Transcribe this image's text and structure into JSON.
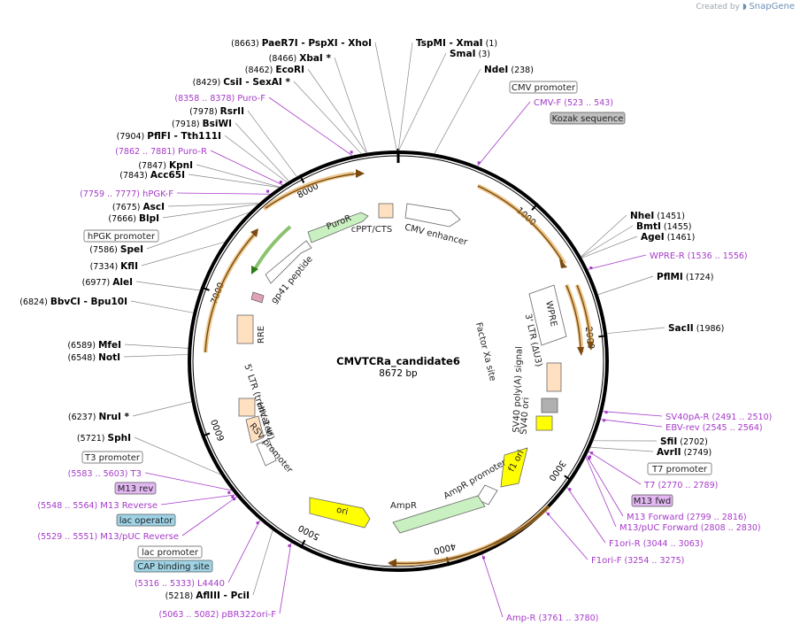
{
  "app": {
    "created_by": "Created by",
    "brand": "SnapGene"
  },
  "plasmid": {
    "name": "CMVTCRa_candidate6",
    "size_label": "8672 bp",
    "length": 8672
  },
  "ticks": [
    "1000",
    "2000",
    "3000",
    "4000",
    "5000",
    "6000",
    "7000",
    "8000"
  ],
  "colors": {
    "primer": "#a63ac9",
    "orange_orf": "#e0a040",
    "green_feat": "#c9f0c0",
    "yellow_ori": "#ffff00",
    "peach": "#ffe0c0",
    "grey_box": "#c0c0c0",
    "blue_box": "#9ed3e6",
    "magenta_box": "#e2b7f2"
  },
  "sites": [
    {
      "name": "PaeR7I  - PspXI  - XhoI",
      "pos": "(8663)",
      "bp": 8663
    },
    {
      "name": "XbaI *",
      "pos": "(8466)",
      "bp": 8466
    },
    {
      "name": "EcoRI",
      "pos": "(8462)",
      "bp": 8462
    },
    {
      "name": "CsiI  - SexAI *",
      "pos": "(8429)",
      "bp": 8429
    },
    {
      "name": "RsrII",
      "pos": "(7978)",
      "bp": 7978
    },
    {
      "name": "BsiWI",
      "pos": "(7918)",
      "bp": 7918
    },
    {
      "name": "PflFI  - Tth111I",
      "pos": "(7904)",
      "bp": 7904
    },
    {
      "name": "KpnI",
      "pos": "(7847)",
      "bp": 7847
    },
    {
      "name": "Acc65I",
      "pos": "(7843)",
      "bp": 7843
    },
    {
      "name": "AscI",
      "pos": "(7675)",
      "bp": 7675
    },
    {
      "name": "BlpI",
      "pos": "(7666)",
      "bp": 7666
    },
    {
      "name": "SpeI",
      "pos": "(7586)",
      "bp": 7586
    },
    {
      "name": "KflI",
      "pos": "(7334)",
      "bp": 7334
    },
    {
      "name": "AleI",
      "pos": "(6977)",
      "bp": 6977
    },
    {
      "name": "BbvCI  - Bpu10I",
      "pos": "(6824)",
      "bp": 6824
    },
    {
      "name": "MfeI",
      "pos": "(6589)",
      "bp": 6589
    },
    {
      "name": "NotI",
      "pos": "(6548)",
      "bp": 6548
    },
    {
      "name": "NruI *",
      "pos": "(6237)",
      "bp": 6237
    },
    {
      "name": "SphI",
      "pos": "(5721)",
      "bp": 5721
    },
    {
      "name": "AflIII  - PciI",
      "pos": "(5218)",
      "bp": 5218
    },
    {
      "name": "TspMI  - XmaI",
      "pos": "(1)",
      "bp": 1
    },
    {
      "name": "SmaI",
      "pos": "(3)",
      "bp": 3
    },
    {
      "name": "NdeI",
      "pos": "(238)",
      "bp": 238
    },
    {
      "name": "NheI",
      "pos": "(1451)",
      "bp": 1451
    },
    {
      "name": "BmtI",
      "pos": "(1455)",
      "bp": 1455
    },
    {
      "name": "AgeI",
      "pos": "(1461)",
      "bp": 1461
    },
    {
      "name": "PflMI",
      "pos": "(1724)",
      "bp": 1724
    },
    {
      "name": "SacII",
      "pos": "(1986)",
      "bp": 1986
    },
    {
      "name": "SfiI",
      "pos": "(2702)",
      "bp": 2702
    },
    {
      "name": "AvrII",
      "pos": "(2749)",
      "bp": 2749
    }
  ],
  "primers": [
    {
      "name": "Puro-F",
      "range": "(8358 .. 8378)",
      "bp": 8368
    },
    {
      "name": "Puro-R",
      "range": "(7862 .. 7881)",
      "bp": 7871
    },
    {
      "name": "hPGK-F",
      "range": "(7759 .. 7777)",
      "bp": 7768
    },
    {
      "name": "T3",
      "range": "(5583 .. 5603)",
      "bp": 5593
    },
    {
      "name": "M13 Reverse",
      "range": "(5548 .. 5564)",
      "bp": 5556
    },
    {
      "name": "M13/pUC Reverse",
      "range": "(5529 .. 5551)",
      "bp": 5540
    },
    {
      "name": "L4440",
      "range": "(5316 .. 5333)",
      "bp": 5324
    },
    {
      "name": "pBR322ori-F",
      "range": "(5063 .. 5082)",
      "bp": 5072
    },
    {
      "name": "CMV-F",
      "range": "(523 .. 543)",
      "bp": 533
    },
    {
      "name": "WPRE-R",
      "range": "(1536 .. 1556)",
      "bp": 1546
    },
    {
      "name": "SV40pA-R",
      "range": "(2491 .. 2510)",
      "bp": 2500
    },
    {
      "name": "EBV-rev",
      "range": "(2545 .. 2564)",
      "bp": 2554
    },
    {
      "name": "T7",
      "range": "(2770 .. 2789)",
      "bp": 2779
    },
    {
      "name": "M13 Forward",
      "range": "(2799 .. 2816)",
      "bp": 2807
    },
    {
      "name": "M13/pUC Forward",
      "range": "(2808 .. 2830)",
      "bp": 2819
    },
    {
      "name": "F1ori-R",
      "range": "(3044 .. 3063)",
      "bp": 3053
    },
    {
      "name": "F1ori-F",
      "range": "(3254 .. 3275)",
      "bp": 3264
    },
    {
      "name": "Amp-R",
      "range": "(3761 .. 3780)",
      "bp": 3770
    }
  ],
  "boxed_labels": [
    {
      "name": "CMV promoter",
      "style": "white"
    },
    {
      "name": "Kozak sequence",
      "style": "grey"
    },
    {
      "name": "hPGK promoter",
      "style": "white"
    },
    {
      "name": "T3 promoter",
      "style": "white"
    },
    {
      "name": "M13 rev",
      "style": "magenta"
    },
    {
      "name": "lac operator",
      "style": "blue"
    },
    {
      "name": "lac promoter",
      "style": "white"
    },
    {
      "name": "CAP binding site",
      "style": "blue"
    },
    {
      "name": "T7 promoter",
      "style": "white"
    },
    {
      "name": "M13 fwd",
      "style": "magenta"
    }
  ],
  "features": [
    {
      "name": "cPPT/CTS"
    },
    {
      "name": "CMV enhancer"
    },
    {
      "name": "PuroR"
    },
    {
      "name": "gp41 peptide"
    },
    {
      "name": "RRE"
    },
    {
      "name": "5' LTR (truncated)"
    },
    {
      "name": "HIV-1 Ψ"
    },
    {
      "name": "RSV promoter"
    },
    {
      "name": "WPRE"
    },
    {
      "name": "3' LTR (ΔU3)"
    },
    {
      "name": "SV40 poly(A) signal"
    },
    {
      "name": "SV40 ori"
    },
    {
      "name": "f1 ori"
    },
    {
      "name": "AmpR promoter"
    },
    {
      "name": "AmpR"
    },
    {
      "name": "ori"
    },
    {
      "name": "Factor Xa site"
    }
  ]
}
